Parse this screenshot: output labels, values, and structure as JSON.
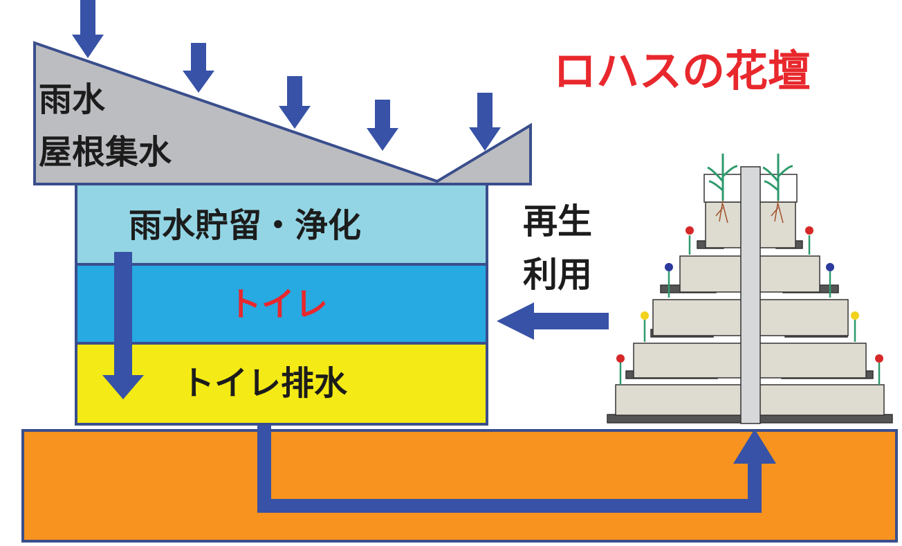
{
  "title": "ロハスの花壇",
  "roof_label_line1": "雨水",
  "roof_label_line2": "屋根集水",
  "layers": {
    "storage": "雨水貯留・浄化",
    "toilet": "トイレ",
    "drain": "トイレ排水"
  },
  "reuse_line1": "再生",
  "reuse_line2": "利用",
  "colors": {
    "roof": "#bcbdc1",
    "storage": "#93d5e4",
    "toilet": "#27a9e1",
    "drain": "#f4ea15",
    "ground": "#f7931e",
    "arrow": "#3752a6",
    "title": "#e8282d",
    "outline": "#3a4e8c",
    "planter": "#dedbd0"
  },
  "icons": [
    "rain-arrow-icon",
    "flower-icon",
    "plant-icon"
  ]
}
